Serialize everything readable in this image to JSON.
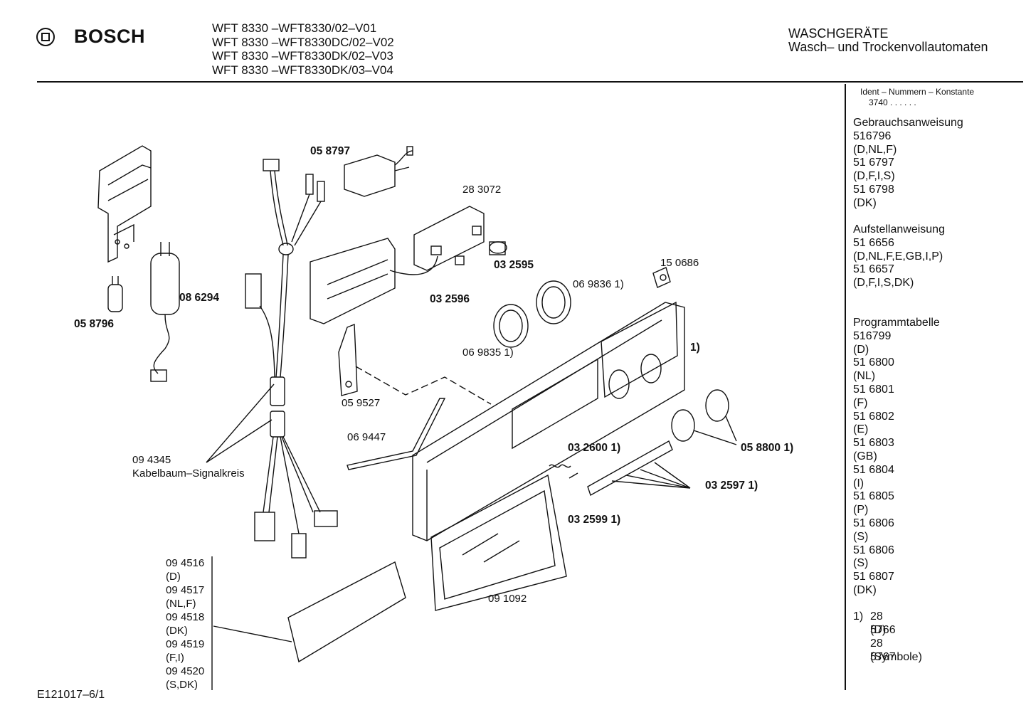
{
  "header": {
    "brand": "BOSCH",
    "models": [
      "WFT 8330 –WFT8330/02–V01",
      "WFT 8330 –WFT8330DC/02–V02",
      "WFT 8330 –WFT8330DK/02–V03",
      "WFT 8330 –WFT8330DK/03–V04"
    ],
    "category": "WASCHGERÄTE",
    "subcategory": "Wasch– und Trockenvollautomaten"
  },
  "sidebar": {
    "ident_title": "Ident – Nummern – Konstante",
    "ident_value": "3740 . . . . . .",
    "sections": [
      {
        "title": "Gebrauchsanweisung",
        "items": [
          "516796",
          "(D,NL,F)",
          "51 6797",
          "(D,F,I,S)",
          "51 6798",
          "(DK)"
        ]
      },
      {
        "title": "Aufstellanweisung",
        "items": [
          "51 6656",
          "(D,NL,F,E,GB,I,P)",
          "51 6657",
          "(D,F,I,S,DK)"
        ]
      },
      {
        "title": "Programmtabelle",
        "items": [
          "516799",
          "(D)",
          "51 6800",
          "(NL)",
          "51 6801",
          "(F)",
          "51 6802",
          "(E)",
          "51 6803",
          "(GB)",
          "51 6804",
          "(I)",
          "51 6805",
          "(P)",
          "51 6806",
          "(S)",
          "51 6806",
          "(S)",
          "51 6807",
          "(DK)"
        ]
      }
    ],
    "footnote": {
      "marker": "1)",
      "lines": [
        "28 5766",
        "(D)",
        "28 5767",
        "(Symbole)"
      ]
    }
  },
  "parts": {
    "p058797": "05 8797",
    "p283072": "28 3072",
    "p032595": "03 2595",
    "p032596": "03 2596",
    "p150686": "15 0686",
    "p0698361": "06 9836 1)",
    "p0698351": "06 9835 1)",
    "p086294": "08 6294",
    "p058796": "05 8796",
    "p059527": "05 9527",
    "p069447": "06 9447",
    "p094345": "09 4345",
    "kabel": "Kabelbaum–Signalkreis",
    "note1": "1)",
    "p0326001": "03 2600 1)",
    "p0588001": "05 8800 1)",
    "p0325971": "03 2597 1)",
    "p0325991": "03 2599 1)",
    "p091092": "09 1092"
  },
  "variants": [
    "09 4516",
    "(D)",
    "09 4517",
    "(NL,F)",
    "09 4518",
    "(DK)",
    "09 4519",
    "(F,I)",
    "09 4520",
    "(S,DK)"
  ],
  "footer": {
    "code": "E121017–6/1"
  }
}
